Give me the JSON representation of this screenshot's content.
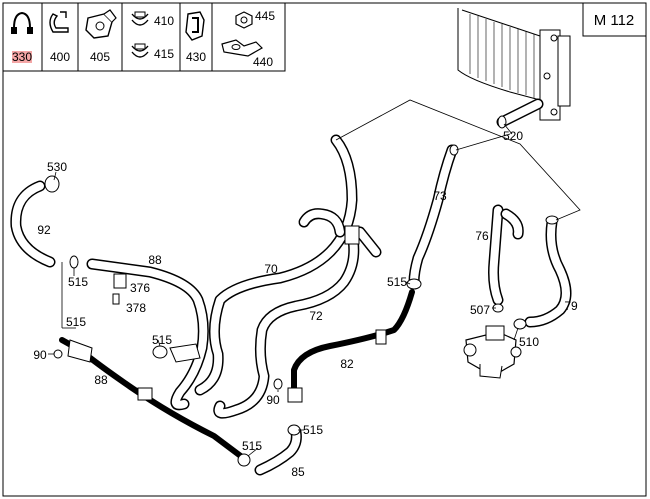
{
  "title": "M 112",
  "legend": [
    {
      "label": "330",
      "highlighted": true
    },
    {
      "label": "400"
    },
    {
      "label": "405"
    },
    {
      "label": "410"
    },
    {
      "label": "415"
    },
    {
      "label": "430"
    },
    {
      "label": "445"
    },
    {
      "label": "440"
    }
  ],
  "callouts": {
    "c530": "530",
    "c92": "92",
    "c515_a": "515",
    "c88_top": "88",
    "c376": "376",
    "c378": "378",
    "c515_b": "515",
    "c90_left": "90",
    "c88_bottom": "88",
    "c515_c": "515",
    "c70": "70",
    "c72": "72",
    "c82": "82",
    "c90_mid": "90",
    "c515_d": "515",
    "c515_e": "515",
    "c85": "85",
    "c73": "73",
    "c515_f": "515",
    "c76": "76",
    "c520": "520",
    "c507": "507",
    "c510": "510",
    "c79": "79"
  },
  "colors": {
    "highlight": "#f4a6a6",
    "line": "#000000"
  }
}
